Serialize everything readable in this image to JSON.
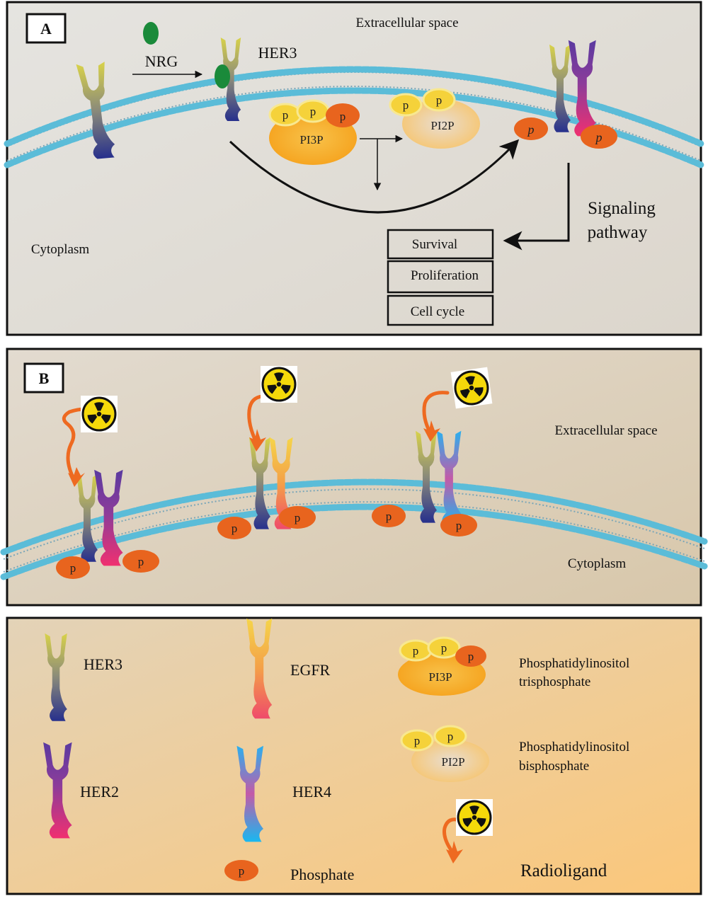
{
  "panel_a": {
    "tag": "A",
    "extracellular": "Extracellular space",
    "cytoplasm": "Cytoplasm",
    "ligand": "NRG",
    "receptor": "HER3",
    "pi3p": "PI3P",
    "pi2p": "PI2P",
    "phosphate": "p",
    "signaling_line1": "Signaling",
    "signaling_line2": "pathway",
    "outcomes": [
      "Survival",
      "Proliferation",
      "Cell cycle"
    ]
  },
  "panel_b": {
    "tag": "B",
    "extracellular": "Extracellular space",
    "cytoplasm": "Cytoplasm",
    "phosphate": "p"
  },
  "legend": {
    "her3": "HER3",
    "egfr": "EGFR",
    "her2": "HER2",
    "her4": "HER4",
    "phosphate_symbol": "p",
    "phosphate": "Phosphate",
    "pi3p": "PI3P",
    "pi3p_desc_1": "Phosphatidylinositol",
    "pi3p_desc_2": "trisphosphate",
    "pi2p": "PI2P",
    "pi2p_desc_1": "Phosphatidylinositol",
    "pi2p_desc_2": "bisphosphate",
    "radioligand": "Radioligand"
  },
  "colors": {
    "panel_a_bg": "#e6e4df",
    "panel_b_bg": "#ddd0bb",
    "legend_bg": "#f2c98b",
    "membrane_head": "#5bbcd8",
    "phosphate": "#e8641e",
    "pi3p": "#f5a623",
    "pi2p": "#f7cd7e",
    "nrg": "#1a8a3a",
    "radioligand": "#ee6a21",
    "hazard": "#f5d90a"
  }
}
